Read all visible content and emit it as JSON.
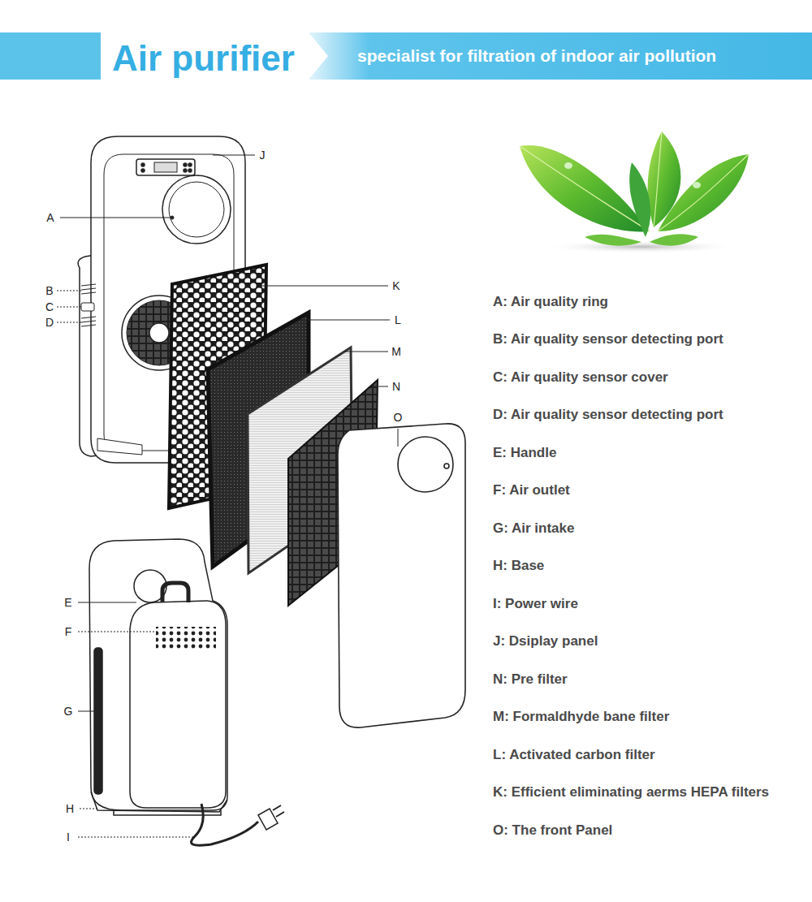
{
  "diagram": {
    "title": "Air purifier",
    "labels": [
      "specialist for filtration of indoor air pollution",
      "A",
      "B",
      "C",
      "D",
      "J",
      "K",
      "L",
      "M",
      "N",
      "O",
      "E",
      "F",
      "G",
      "H",
      "I",
      "A: Air quality ring",
      "B: Air quality sensor detecting port",
      "C: Air quality sensor cover",
      "D: Air quality sensor detecting port",
      "E: Handle",
      "F: Air outlet",
      "G: Air intake",
      "H: Base",
      "I: Power wire",
      "J: Dsiplay panel",
      "N: Pre filter",
      "M: Formaldhyde bane filter",
      "L: Activated carbon filter",
      "K: Efficient eliminating aerms HEPA filters",
      "O: The front Panel"
    ]
  }
}
